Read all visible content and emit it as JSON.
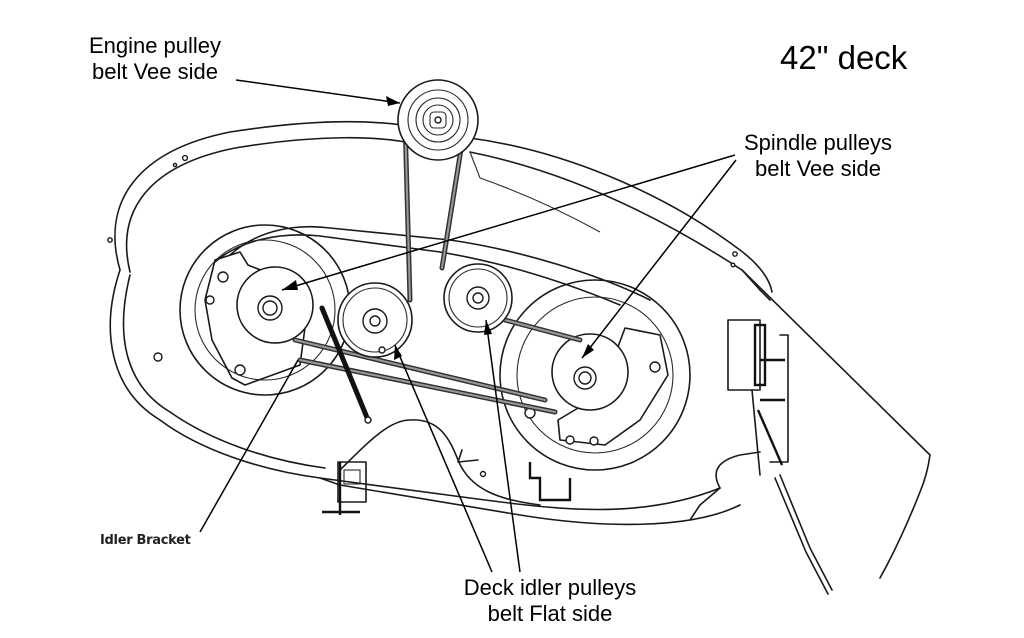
{
  "title": "42\" deck",
  "labels": {
    "engine_pulley": {
      "line1": "Engine pulley",
      "line2": "belt Vee side"
    },
    "spindle_pulleys": {
      "line1": "Spindle pulleys",
      "line2": "belt Vee side"
    },
    "idler_bracket": {
      "text": "Idler Bracket"
    },
    "deck_idler_pulleys": {
      "line1": "Deck idler pulleys",
      "line2": "belt Flat side"
    }
  },
  "components": [
    {
      "id": "engine-pulley",
      "name": "Engine pulley"
    },
    {
      "id": "left-spindle-pulley",
      "name": "Left spindle pulley"
    },
    {
      "id": "right-spindle-pulley",
      "name": "Right spindle pulley"
    },
    {
      "id": "left-idler-pulley",
      "name": "Left deck idler pulley"
    },
    {
      "id": "right-idler-pulley",
      "name": "Right deck idler pulley"
    },
    {
      "id": "idler-bracket",
      "name": "Idler bracket"
    }
  ],
  "colors": {
    "line": "#1a1a1a",
    "belt": "#333333",
    "background": "#ffffff"
  }
}
